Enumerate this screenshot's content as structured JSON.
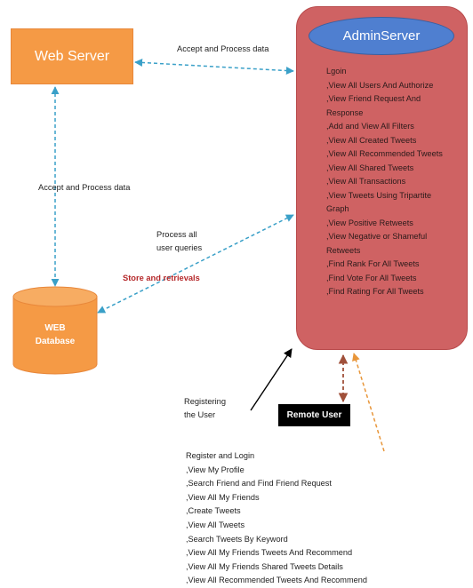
{
  "nodes": {
    "web_server": "Web Server",
    "admin_server": "AdminServer",
    "database": [
      "WEB",
      "Database"
    ],
    "remote_user": "Remote User"
  },
  "labels": {
    "accept_top": "Accept and Process data",
    "accept_left": "Accept and Process data",
    "process_queries": [
      "Process all",
      "user queries"
    ],
    "store_retrievals": "Store and retrievals",
    "registering": [
      "Registering",
      "the User"
    ]
  },
  "admin_functions": [
    "Lgoin",
    ",View All Users And Authorize",
    ",View Friend Request And",
    "Response",
    ",Add and View All Filters",
    ",View All Created Tweets",
    ",View All Recommended Tweets",
    ",View All Shared Tweets",
    ",View All Transactions",
    ",View Tweets Using Tripartite",
    "Graph",
    ",View Positive Retweets",
    ",View Negative or Shameful",
    "Retweets",
    ",Find Rank For All Tweets",
    ",Find Vote For All Tweets",
    ",Find Rating For All Tweets"
  ],
  "user_functions": [
    "Register and Login",
    ",View My Profile",
    ",Search Friend and Find Friend Request",
    ",View All My Friends",
    ",Create Tweets",
    ",View All Tweets",
    ",Search Tweets By Keyword",
    ",View All My Friends Tweets And Recommend",
    ",View All My Friends Shared Tweets Details",
    ",View All Recommended Tweets And Recommend"
  ],
  "colors": {
    "web_server_fill": "#f59a45",
    "database_fill": "#f59a45",
    "admin_panel_fill": "#cf6263",
    "admin_title_fill": "#4f7fd0",
    "dashed_connector": "#3aa0c8",
    "remote_link": "#a0503a",
    "orange_link": "#e8963a",
    "remote_user_fill": "#000000",
    "highlight_text": "#b5282a"
  }
}
